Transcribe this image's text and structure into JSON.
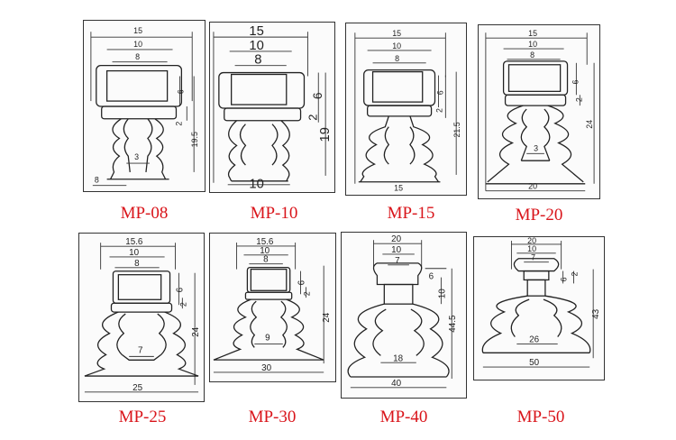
{
  "models": [
    {
      "id": "mp08",
      "caption": "MP-08",
      "w_top": "15",
      "w_mid": "10",
      "w_in": "8",
      "h_a": "6",
      "h_b": "2",
      "h_total": "19.5",
      "w_neck": "3",
      "w_base": "8"
    },
    {
      "id": "mp10",
      "caption": "MP-10",
      "w_top": "15",
      "w_mid": "10",
      "w_in": "8",
      "h_a": "6",
      "h_b": "2",
      "h_total": "19",
      "w_base": "10"
    },
    {
      "id": "mp15",
      "caption": "MP-15",
      "w_top": "15",
      "w_mid": "10",
      "w_in": "8",
      "h_a": "6",
      "h_b": "2",
      "h_total": "21.5",
      "w_base": "15"
    },
    {
      "id": "mp20",
      "caption": "MP-20",
      "w_top": "15",
      "w_mid": "10",
      "w_in": "8",
      "h_a": "6",
      "h_b": "2",
      "h_total": "24",
      "w_neck": "3",
      "w_base": "20"
    },
    {
      "id": "mp25",
      "caption": "MP-25",
      "w_top": "15.6",
      "w_mid": "10",
      "w_in": "8",
      "h_a": "6",
      "h_b": "2",
      "h_total": "24",
      "w_neck": "7",
      "w_base": "25"
    },
    {
      "id": "mp30",
      "caption": "MP-30",
      "w_top": "15.6",
      "w_mid": "10",
      "w_in": "8",
      "h_a": "6",
      "h_b": "2",
      "h_total": "24",
      "w_neck": "9",
      "w_base": "30"
    },
    {
      "id": "mp40",
      "caption": "MP-40",
      "w_top": "20",
      "w_mid": "10",
      "w_in": "7",
      "h_a": "6",
      "h_b": "10",
      "h_total": "44.5",
      "w_neck": "18",
      "w_base": "40"
    },
    {
      "id": "mp50",
      "caption": "MP-50",
      "w_top": "20",
      "w_mid": "10",
      "w_in": "7",
      "h_a": "6",
      "h_b": "2",
      "h_total": "43",
      "w_neck": "26",
      "w_base": "50"
    }
  ]
}
